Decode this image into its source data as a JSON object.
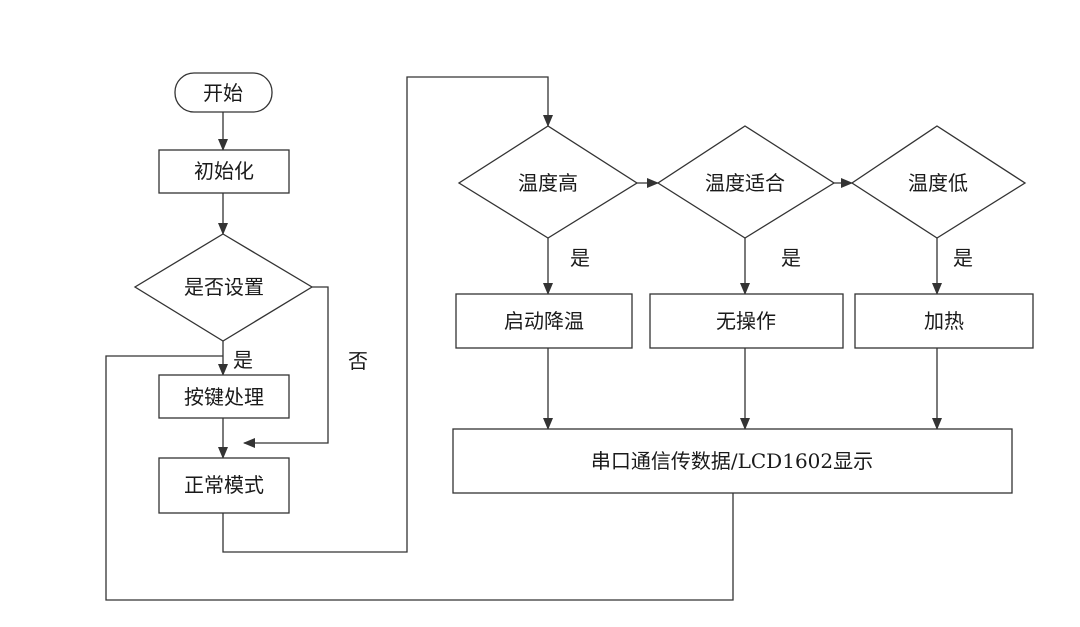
{
  "flowchart": {
    "start": "开始",
    "init": "初始化",
    "decision_setup": "是否设置",
    "key_handling": "按键处理",
    "normal_mode": "正常模式",
    "temp_high": "温度高",
    "temp_ok": "温度适合",
    "temp_low": "温度低",
    "cool_down": "启动降温",
    "no_action": "无操作",
    "heat": "加热",
    "display": "串口通信传数据/LCD1602显示",
    "label_yes": "是",
    "label_no": "否"
  },
  "colors": {
    "line": "#333333",
    "text": "#1a1a1a",
    "background": "#ffffff"
  }
}
